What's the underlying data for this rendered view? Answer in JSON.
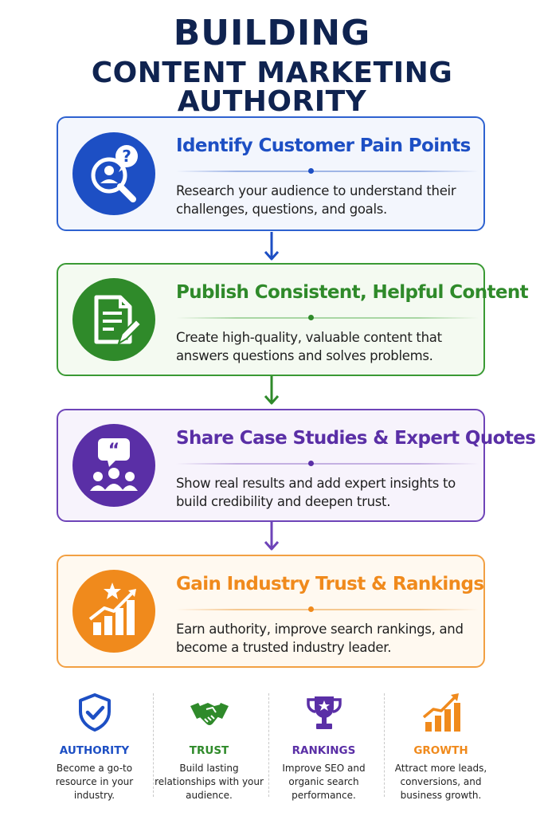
{
  "title": {
    "line1": "BUILDING",
    "line2": "CONTENT MARKETING AUTHORITY"
  },
  "steps": [
    {
      "title": "Identify Customer Pain Points",
      "description": "Research your audience to understand their challenges, questions, and goals.",
      "icon": "search-question-icon",
      "color": "#1d4fc4",
      "bg": "#f3f6fd",
      "border": "#2e62d0"
    },
    {
      "title": "Publish Consistent, Helpful Content",
      "description": "Create high-quality, valuable content that answers questions and solves problems.",
      "icon": "document-pencil-icon",
      "color": "#2f8a2a",
      "bg": "#f4faf1",
      "border": "#3a9a34"
    },
    {
      "title": "Share Case Studies & Expert Quotes",
      "description": "Show real results and add expert insights to build credibility and deepen trust.",
      "icon": "quote-people-icon",
      "color": "#5a2fa6",
      "bg": "#f7f3fc",
      "border": "#6e44b8"
    },
    {
      "title": "Gain Industry Trust & Rankings",
      "description": "Earn authority, improve search rankings, and become a trusted industry leader.",
      "icon": "growth-chart-star-icon",
      "color": "#f08a1c",
      "bg": "#fff9f0",
      "border": "#f2a043"
    }
  ],
  "benefits": [
    {
      "title": "AUTHORITY",
      "description": "Become a go-to resource in your industry.",
      "icon": "shield-check-icon",
      "color": "#1d4fc4"
    },
    {
      "title": "TRUST",
      "description": "Build lasting relationships with your audience.",
      "icon": "handshake-icon",
      "color": "#2f8a2a"
    },
    {
      "title": "RANKINGS",
      "description": "Improve SEO and organic search performance.",
      "icon": "trophy-icon",
      "color": "#5a2fa6"
    },
    {
      "title": "GROWTH",
      "description": "Attract more leads, conversions, and business growth.",
      "icon": "growth-chart-icon",
      "color": "#f08a1c"
    }
  ]
}
